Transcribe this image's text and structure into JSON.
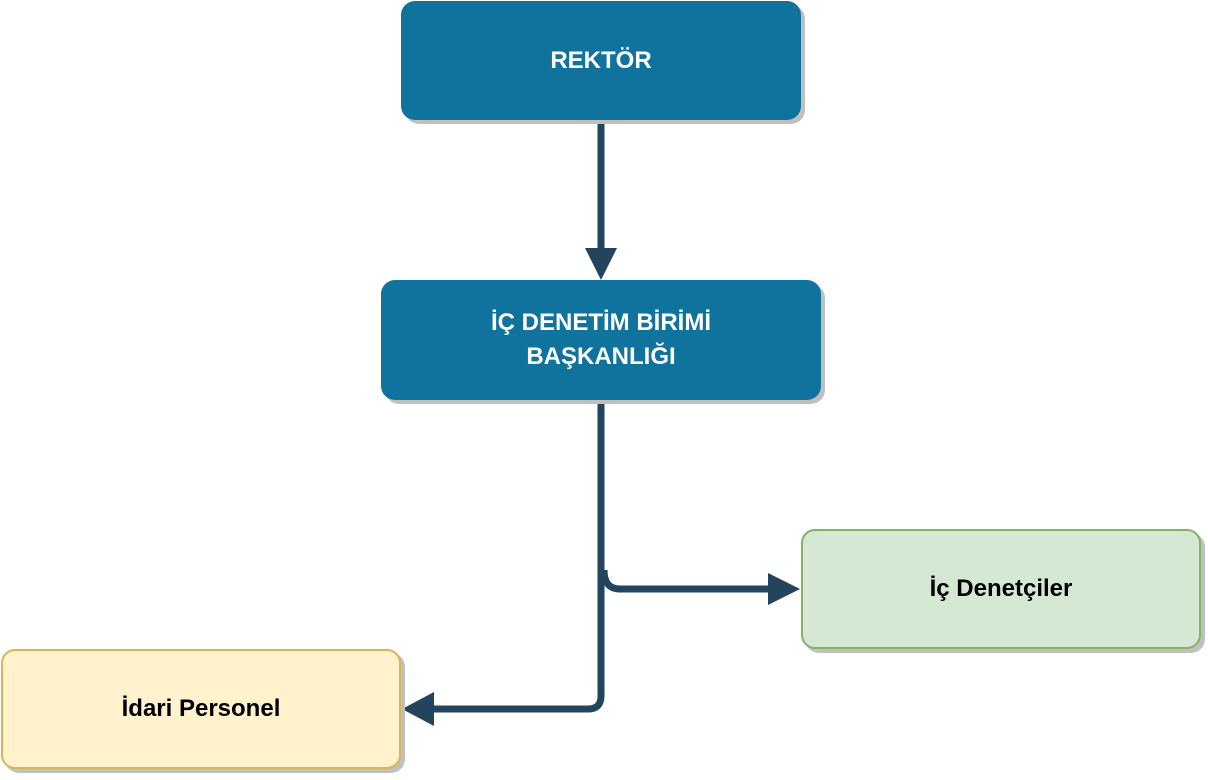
{
  "nodes": {
    "rektor": "REKTÖR",
    "ic_denetim_line1": "İÇ DENETİM BİRİMİ",
    "ic_denetim_line2": "BAŞKANLIĞI",
    "ic_denetciler": "İç Denetçiler",
    "idari_personel": "İdari Personel"
  },
  "colors": {
    "primary": "#10739e",
    "connector": "#23445d",
    "green_fill": "#d5e8d4",
    "yellow_fill": "#fff2cc"
  }
}
